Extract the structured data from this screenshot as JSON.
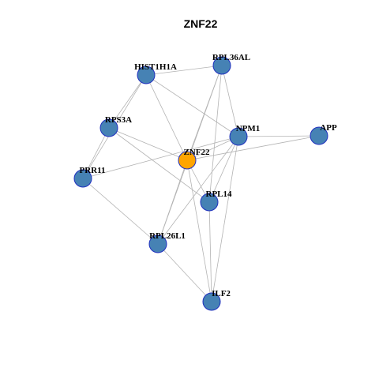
{
  "title": "ZNF22",
  "colors": {
    "hub": "#ffa500",
    "node": "#4682b4",
    "node_border": "#1f2fbf",
    "edge": "#b3b3b3"
  },
  "nodes": [
    {
      "id": "ZNF22",
      "label": "ZNF22",
      "hub": true
    },
    {
      "id": "HIST1H1A",
      "label": "HIST1H1A"
    },
    {
      "id": "RPL36AL",
      "label": "RPL36AL"
    },
    {
      "id": "RPS3A",
      "label": "RPS3A"
    },
    {
      "id": "NPM1",
      "label": "NPM1"
    },
    {
      "id": "APP",
      "label": "APP"
    },
    {
      "id": "PRR11",
      "label": "PRR11"
    },
    {
      "id": "RPL14",
      "label": "RPL14"
    },
    {
      "id": "RPL26L1",
      "label": "RPL26L1"
    },
    {
      "id": "ILF2",
      "label": "ILF2"
    }
  ],
  "edges": [
    [
      "HIST1H1A",
      "RPL36AL"
    ],
    [
      "HIST1H1A",
      "RPS3A"
    ],
    [
      "HIST1H1A",
      "PRR11"
    ],
    [
      "HIST1H1A",
      "ZNF22"
    ],
    [
      "HIST1H1A",
      "NPM1"
    ],
    [
      "RPL36AL",
      "NPM1"
    ],
    [
      "RPL36AL",
      "ZNF22"
    ],
    [
      "RPL36AL",
      "RPL14"
    ],
    [
      "RPL36AL",
      "RPL26L1"
    ],
    [
      "RPS3A",
      "PRR11"
    ],
    [
      "RPS3A",
      "ZNF22"
    ],
    [
      "RPS3A",
      "RPL14"
    ],
    [
      "NPM1",
      "APP"
    ],
    [
      "NPM1",
      "ZNF22"
    ],
    [
      "NPM1",
      "RPL14"
    ],
    [
      "NPM1",
      "RPL26L1"
    ],
    [
      "NPM1",
      "ILF2"
    ],
    [
      "APP",
      "ZNF22"
    ],
    [
      "PRR11",
      "NPM1"
    ],
    [
      "PRR11",
      "RPL26L1"
    ],
    [
      "ZNF22",
      "RPL14"
    ],
    [
      "ZNF22",
      "RPL26L1"
    ],
    [
      "ZNF22",
      "ILF2"
    ],
    [
      "RPL14",
      "ILF2"
    ],
    [
      "RPL26L1",
      "ILF2"
    ]
  ]
}
